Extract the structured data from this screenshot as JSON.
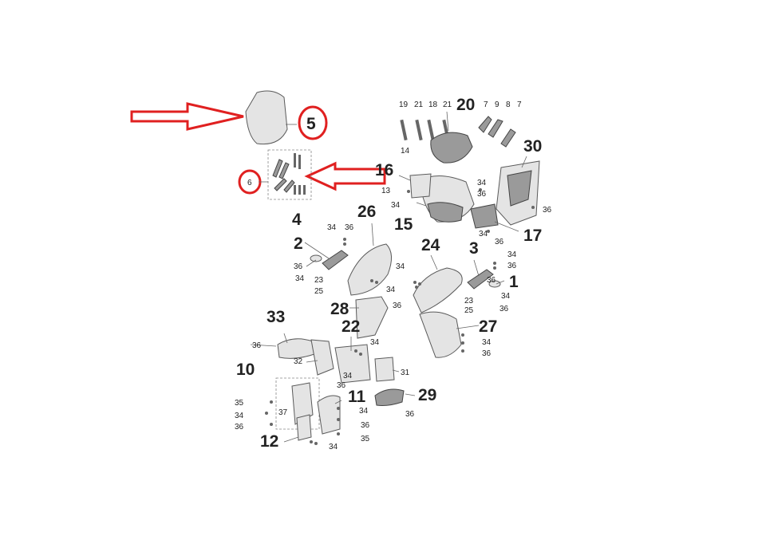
{
  "diagram": {
    "callouts": {
      "c1": "1",
      "c2": "2",
      "c3": "3",
      "c4": "4",
      "c5": "5",
      "c6": "6",
      "c7a": "7",
      "c7b": "7",
      "c8": "8",
      "c9": "9",
      "c10": "10",
      "c11": "11",
      "c12": "12",
      "c13": "13",
      "c14": "14",
      "c15": "15",
      "c16": "16",
      "c17": "17",
      "c18": "18",
      "c19": "19",
      "c20": "20",
      "c21a": "21",
      "c21b": "21",
      "c22": "22",
      "c23a": "23",
      "c23b": "23",
      "c24": "24",
      "c25a": "25",
      "c25b": "25",
      "c26": "26",
      "c27": "27",
      "c28": "28",
      "c29": "29",
      "c30": "30",
      "c31": "31",
      "c32": "32",
      "c33": "33",
      "c34a": "34",
      "c34b": "34",
      "c34c": "34",
      "c34d": "34",
      "c34e": "34",
      "c34f": "34",
      "c34g": "34",
      "c34h": "34",
      "c34i": "34",
      "c34j": "34",
      "c34k": "34",
      "c34l": "34",
      "c34m": "34",
      "c34n": "34",
      "c35a": "35",
      "c35b": "35",
      "c36a": "36",
      "c36b": "36",
      "c36c": "36",
      "c36d": "36",
      "c36e": "36",
      "c36f": "36",
      "c36g": "36",
      "c36h": "36",
      "c36i": "36",
      "c36j": "36",
      "c36k": "36",
      "c36l": "36",
      "c36m": "36",
      "c36n": "36",
      "c36o": "36",
      "c36p": "36",
      "c36q": "36",
      "c37": "37"
    },
    "highlight_color": "#e02020"
  }
}
